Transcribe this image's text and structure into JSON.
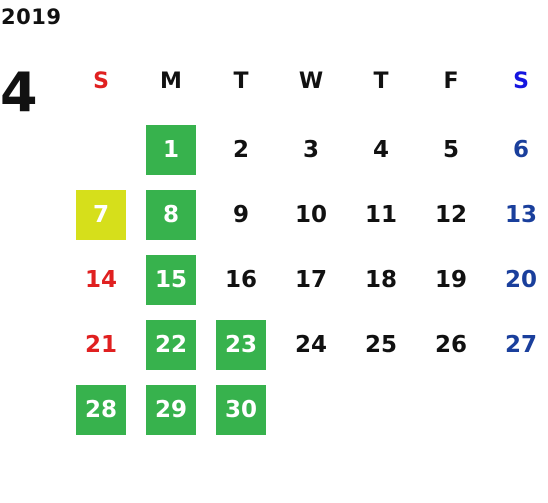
{
  "year": "2019",
  "month": "4",
  "colors": {
    "sunday": "#e02020",
    "saturday": "#1a3f9c",
    "saturday_header": "#1515e0",
    "weekday": "#111111",
    "green": "#37b24d",
    "yellow": "#d6df1b"
  },
  "weekdays": [
    "S",
    "M",
    "T",
    "W",
    "T",
    "F",
    "S"
  ],
  "days": [
    {
      "d": "1",
      "col": 1,
      "row": 0,
      "hl": "green"
    },
    {
      "d": "2",
      "col": 2,
      "row": 0,
      "hl": ""
    },
    {
      "d": "3",
      "col": 3,
      "row": 0,
      "hl": ""
    },
    {
      "d": "4",
      "col": 4,
      "row": 0,
      "hl": ""
    },
    {
      "d": "5",
      "col": 5,
      "row": 0,
      "hl": ""
    },
    {
      "d": "6",
      "col": 6,
      "row": 0,
      "hl": ""
    },
    {
      "d": "7",
      "col": 0,
      "row": 1,
      "hl": "yellow"
    },
    {
      "d": "8",
      "col": 1,
      "row": 1,
      "hl": "green"
    },
    {
      "d": "9",
      "col": 2,
      "row": 1,
      "hl": ""
    },
    {
      "d": "10",
      "col": 3,
      "row": 1,
      "hl": ""
    },
    {
      "d": "11",
      "col": 4,
      "row": 1,
      "hl": ""
    },
    {
      "d": "12",
      "col": 5,
      "row": 1,
      "hl": ""
    },
    {
      "d": "13",
      "col": 6,
      "row": 1,
      "hl": ""
    },
    {
      "d": "14",
      "col": 0,
      "row": 2,
      "hl": ""
    },
    {
      "d": "15",
      "col": 1,
      "row": 2,
      "hl": "green"
    },
    {
      "d": "16",
      "col": 2,
      "row": 2,
      "hl": ""
    },
    {
      "d": "17",
      "col": 3,
      "row": 2,
      "hl": ""
    },
    {
      "d": "18",
      "col": 4,
      "row": 2,
      "hl": ""
    },
    {
      "d": "19",
      "col": 5,
      "row": 2,
      "hl": ""
    },
    {
      "d": "20",
      "col": 6,
      "row": 2,
      "hl": ""
    },
    {
      "d": "21",
      "col": 0,
      "row": 3,
      "hl": ""
    },
    {
      "d": "22",
      "col": 1,
      "row": 3,
      "hl": "green"
    },
    {
      "d": "23",
      "col": 2,
      "row": 3,
      "hl": "green"
    },
    {
      "d": "24",
      "col": 3,
      "row": 3,
      "hl": ""
    },
    {
      "d": "25",
      "col": 4,
      "row": 3,
      "hl": ""
    },
    {
      "d": "26",
      "col": 5,
      "row": 3,
      "hl": ""
    },
    {
      "d": "27",
      "col": 6,
      "row": 3,
      "hl": ""
    },
    {
      "d": "28",
      "col": 0,
      "row": 4,
      "hl": "green"
    },
    {
      "d": "29",
      "col": 1,
      "row": 4,
      "hl": "green"
    },
    {
      "d": "30",
      "col": 2,
      "row": 4,
      "hl": "green"
    }
  ]
}
